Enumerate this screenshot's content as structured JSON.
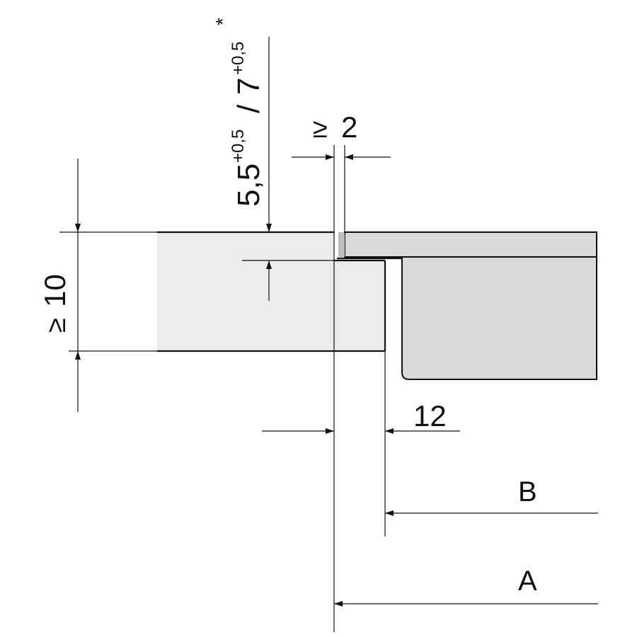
{
  "colors": {
    "line": "#111111",
    "worktop_fill": "#ececec",
    "hob_fill": "#d9d9d9",
    "background": "#ffffff"
  },
  "dimensions": {
    "gap_symbol": "≥",
    "gap_value": "2",
    "worktop_symbol": "≥",
    "worktop_value": "10",
    "depth_main": "5,5",
    "depth_main_tol": "+0,5",
    "depth_sep": "/",
    "depth_alt": "7",
    "depth_alt_tol": "+0,5",
    "depth_note": "*",
    "rebate_value": "12",
    "label_b": "B",
    "label_a": "A"
  }
}
